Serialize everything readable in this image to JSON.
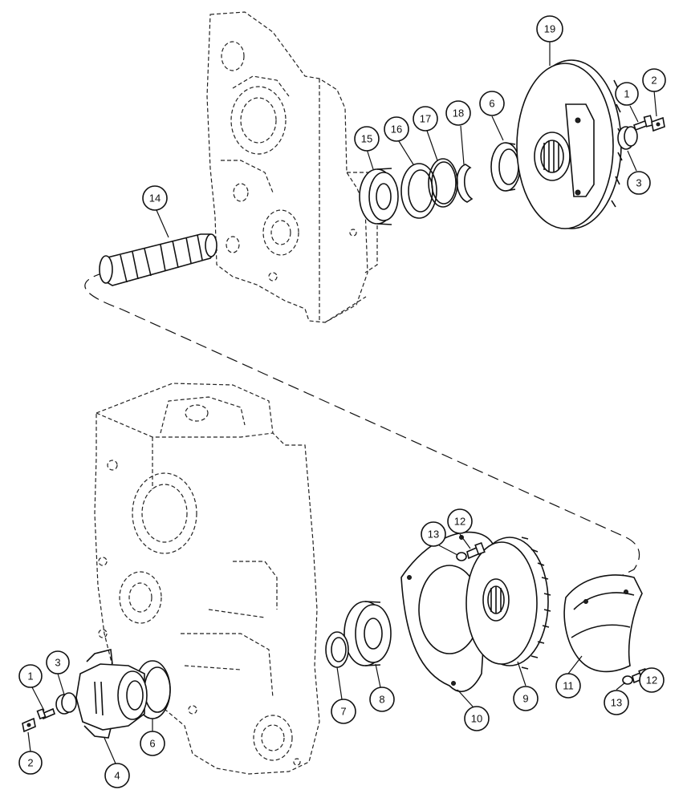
{
  "callouts": [
    {
      "id": "c19",
      "number": "19"
    },
    {
      "id": "c1a",
      "number": "1"
    },
    {
      "id": "c2a",
      "number": "2"
    },
    {
      "id": "c3a",
      "number": "3"
    },
    {
      "id": "c6a",
      "number": "6"
    },
    {
      "id": "c18",
      "number": "18"
    },
    {
      "id": "c17",
      "number": "17"
    },
    {
      "id": "c16",
      "number": "16"
    },
    {
      "id": "c15",
      "number": "15"
    },
    {
      "id": "c14",
      "number": "14"
    },
    {
      "id": "c12a",
      "number": "12"
    },
    {
      "id": "c13a",
      "number": "13"
    },
    {
      "id": "c11",
      "number": "11"
    },
    {
      "id": "c13b",
      "number": "13"
    },
    {
      "id": "c12b",
      "number": "12"
    },
    {
      "id": "c9",
      "number": "9"
    },
    {
      "id": "c10",
      "number": "10"
    },
    {
      "id": "c8",
      "number": "8"
    },
    {
      "id": "c7",
      "number": "7"
    },
    {
      "id": "c6b",
      "number": "6"
    },
    {
      "id": "c4",
      "number": "4"
    },
    {
      "id": "c3b",
      "number": "3"
    },
    {
      "id": "c1b",
      "number": "1"
    },
    {
      "id": "c2b",
      "number": "2"
    }
  ]
}
